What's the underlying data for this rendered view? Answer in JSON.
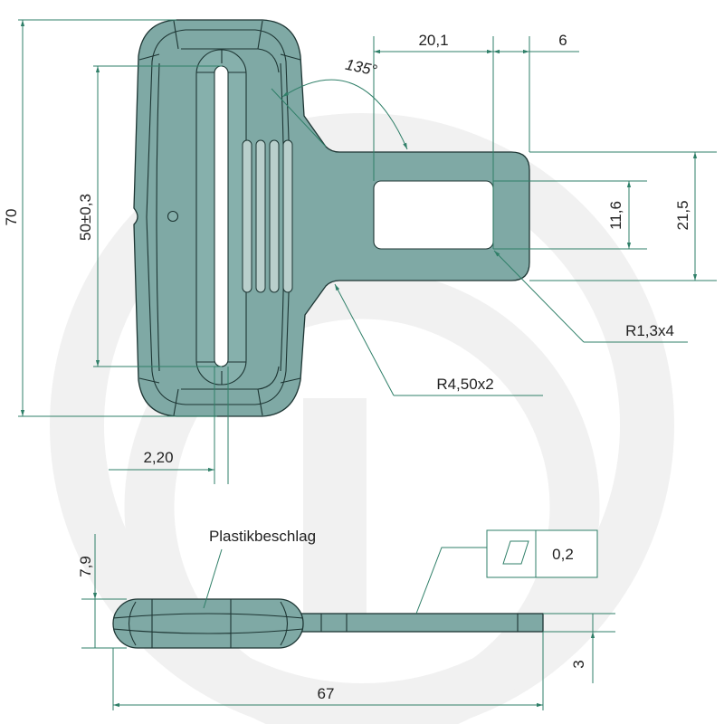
{
  "drawing": {
    "dimensions": {
      "height_total": "70",
      "slot_length": "50±0,3",
      "window_width": "20,1",
      "tip_width": "6",
      "window_height": "11,6",
      "tongue_height": "21,5",
      "corner_radius": "R1,3x4",
      "neck_radius": "R4,50x2",
      "angle": "135°",
      "slot_width": "2,20",
      "thickness_plastic": "7,9",
      "thickness_tongue": "3",
      "length_total": "67"
    },
    "label_plastic": "Plastikbeschlag",
    "tolerance_frame": {
      "symbol": "flatness-icon",
      "value": "0,2"
    },
    "colors": {
      "part": "#7fa9a5",
      "outline": "#1d3533",
      "dimension": "#2f7f68"
    }
  }
}
